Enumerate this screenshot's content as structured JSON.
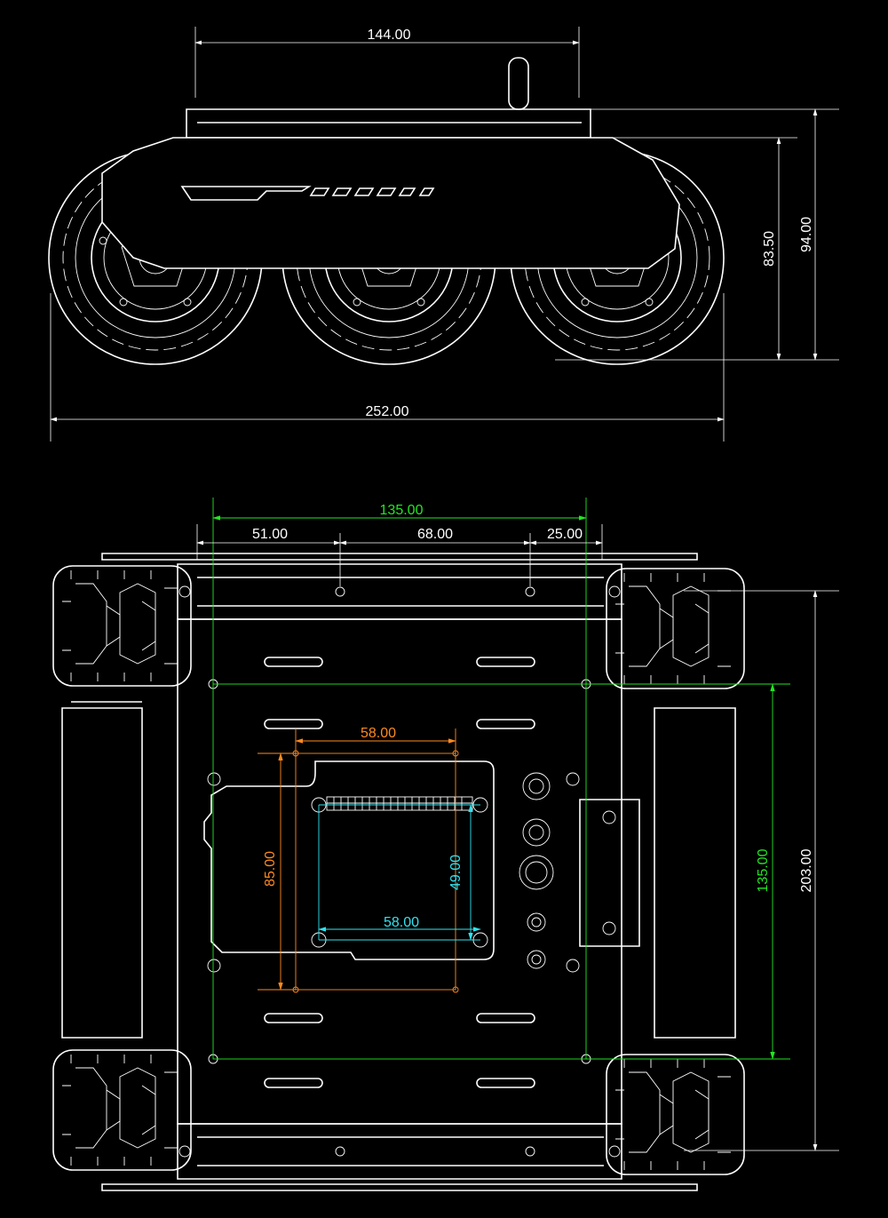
{
  "side_view": {
    "dimensions": {
      "top_plate_length": "144.00",
      "overall_length": "252.00",
      "body_height": "83.50",
      "overall_height": "94.00"
    }
  },
  "top_view": {
    "dimensions": {
      "mount_span_width": "135.00",
      "left_offset": "51.00",
      "hole_spacing": "68.00",
      "right_offset": "25.00",
      "board_outline_width": "58.00",
      "board_outline_height": "85.00",
      "board_hole_width": "58.00",
      "board_hole_height": "49.00",
      "mount_span_height": "135.00",
      "overall_width": "203.00"
    }
  },
  "colors": {
    "line": "#ffffff",
    "green_dim": "#22e622",
    "orange_dim": "#ff8a1e",
    "cyan_dim": "#2fe3f0",
    "background": "#000000"
  }
}
